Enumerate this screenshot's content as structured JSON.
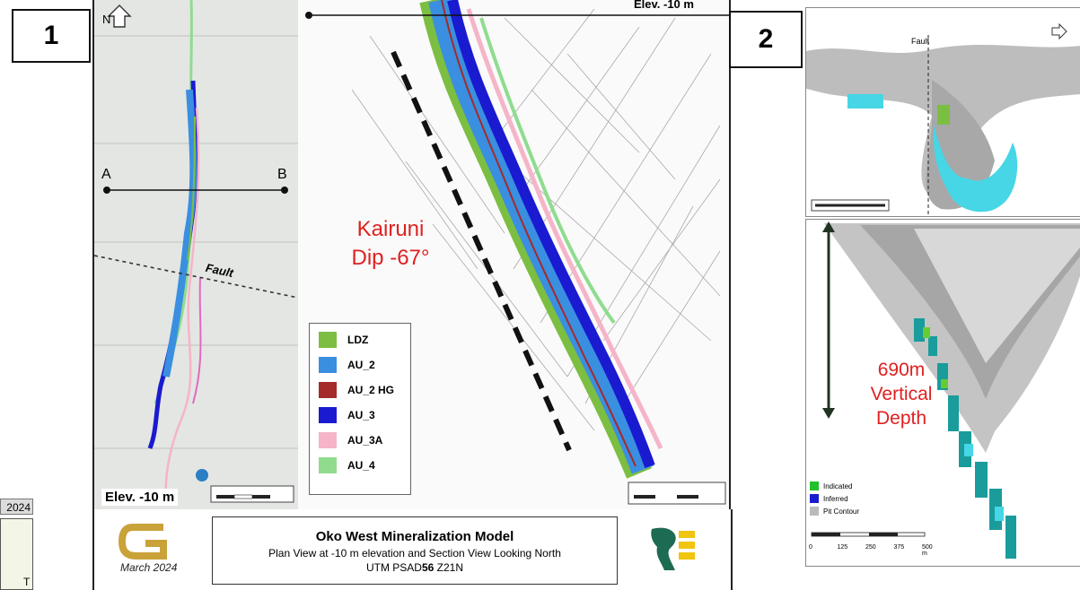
{
  "panel1": {
    "number": "1",
    "north_label": "N",
    "section_start": "A",
    "section_end": "B",
    "fault_label": "Fault",
    "elevation_left": "Elev. -10 m",
    "elevation_right": "Elev. -10 m",
    "dip_annotation_line1": "Kairuni",
    "dip_annotation_line2": "Dip -67°",
    "legend": [
      {
        "label": "LDZ",
        "color": "#7cbe42"
      },
      {
        "label": "AU_2",
        "color": "#3a8fe0"
      },
      {
        "label": "AU_2 HG",
        "color": "#a52a2a"
      },
      {
        "label": "AU_3",
        "color": "#1a1ad0"
      },
      {
        "label": "AU_3A",
        "color": "#f5b4c8"
      },
      {
        "label": "AU_4",
        "color": "#8fdc8f"
      }
    ]
  },
  "panel2": {
    "number": "2",
    "fault_label": "Fault",
    "depth_line1": "690m",
    "depth_line2": "Vertical",
    "depth_line3": "Depth",
    "legend": [
      {
        "label": "Indicated",
        "color": "#22c02a"
      },
      {
        "label": "Inferred",
        "color": "#1a1ad0"
      },
      {
        "label": "Pit Contour",
        "color": "#bbbbbb"
      }
    ],
    "scale_ticks": [
      "0",
      "125",
      "250",
      "375",
      "500 m"
    ]
  },
  "title_block": {
    "title": "Oko West Mineralization Model",
    "subtitle": "Plan View at -10 m elevation and Section View Looking North",
    "projection_prefix": "UTM PSAD",
    "projection_bold": "56",
    "projection_suffix": " Z21N",
    "date": "March 2024"
  },
  "left_stub": {
    "label": "2024",
    "fragment": "T"
  },
  "colors": {
    "accent_red": "#e02020",
    "logo_gold": "#c9a23a",
    "map_bg": "#e4e6e3"
  }
}
